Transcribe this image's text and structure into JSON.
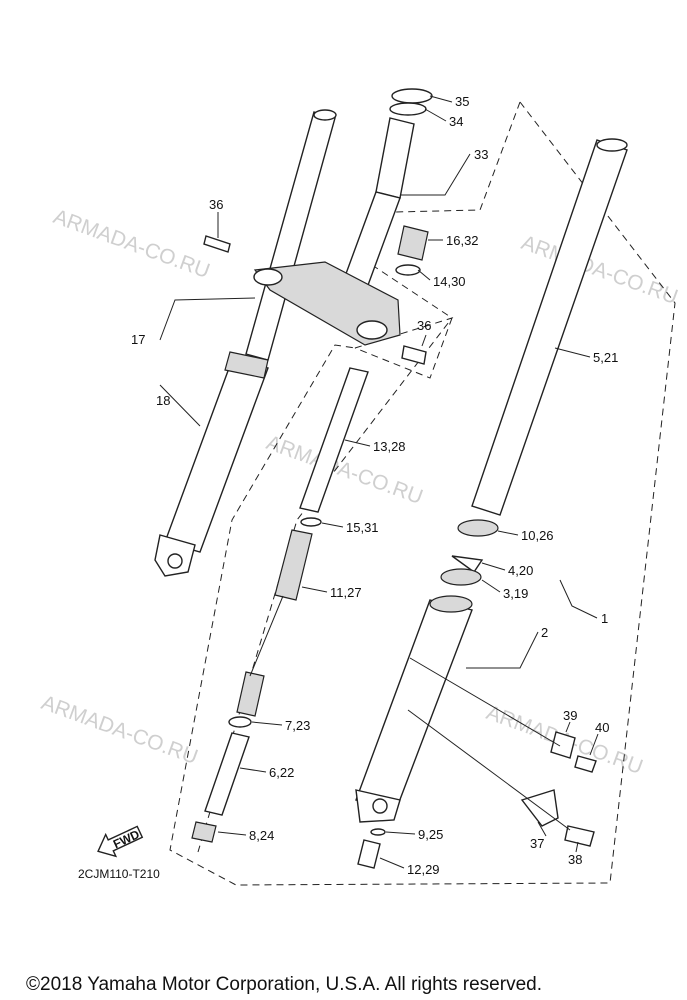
{
  "watermarks": [
    "ARMADA-CO.RU",
    "ARMADA-CO.RU",
    "ARMADA-CO.RU",
    "ARMADA-CO.RU",
    "ARMADA-CO.RU"
  ],
  "labels": {
    "p35": "35",
    "p34": "34",
    "p33": "33",
    "p36a": "36",
    "p16": "16,32",
    "p14": "14,30",
    "p36b": "36",
    "p17": "17",
    "p18": "18",
    "p5": "5,21",
    "p13": "13,28",
    "p10": "10,26",
    "p15": "15,31",
    "p4": "4,20",
    "p11": "11,27",
    "p3": "3,19",
    "p1": "1",
    "p2": "2",
    "p39": "39",
    "p40": "40",
    "p7": "7,23",
    "p6": "6,22",
    "p37": "37",
    "p38": "38",
    "p8": "8,24",
    "p9": "9,25",
    "p12": "12,29"
  },
  "fwd_label": "FWD",
  "diagram_code": "2CJM110-T210",
  "copyright": "©2018 Yamaha Motor Corporation, U.S.A. All rights reserved."
}
